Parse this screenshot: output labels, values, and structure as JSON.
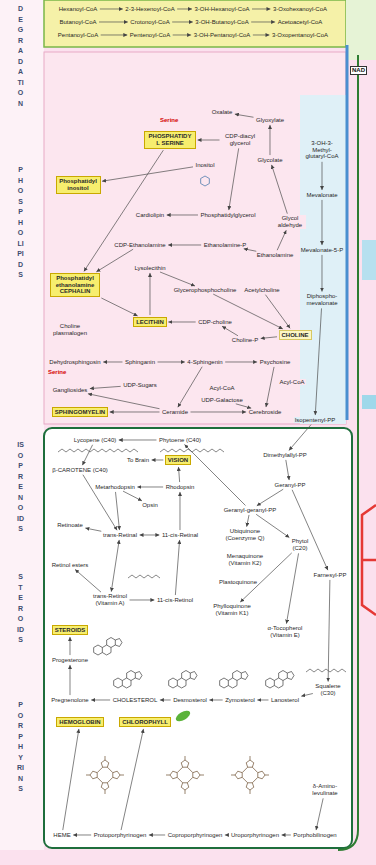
{
  "diagram": {
    "nodes": [
      {
        "text": [
          "Hexanoyl-CoA"
        ]
      },
      {
        "text": [
          "2-3-Hexenoyl-CoA"
        ]
      },
      {
        "text": [
          "3-OH-Hexanoyl-CoA"
        ]
      },
      {
        "text": [
          "3-Oxohexanoyl-CoA"
        ]
      },
      {
        "text": [
          "Butanoyl-CoA"
        ]
      },
      {
        "text": [
          "Crotonoyl-CoA"
        ]
      },
      {
        "text": [
          "3-OH-Butanoyl-CoA"
        ]
      },
      {
        "text": [
          "Acetoacetyl-CoA"
        ]
      },
      {
        "text": [
          "Pentanoyl-CoA"
        ]
      },
      {
        "text": [
          "Pentenoyl-CoA"
        ]
      },
      {
        "text": [
          "3-OH-Pentanoyl-CoA"
        ]
      },
      {
        "text": [
          "3-Oxopentanoyl-CoA"
        ]
      },
      {
        "text": [
          "PHOSPHATIDYL SERINE"
        ]
      },
      {
        "text": [
          "CDP-diacyl glycerol"
        ]
      },
      {
        "text": [
          "Inositol"
        ]
      },
      {
        "text": [
          "Phosphatidyl inositol"
        ]
      },
      {
        "text": [
          "Cardiolipin"
        ]
      },
      {
        "text": [
          "Phosphatidylglycerol"
        ]
      },
      {
        "text": [
          "Oxalate"
        ]
      },
      {
        "text": [
          "Glyoxylate"
        ]
      },
      {
        "text": [
          "Glycolate"
        ]
      },
      {
        "text": [
          "Glycol aldehyde"
        ]
      },
      {
        "text": [
          "Ethanolamine"
        ]
      },
      {
        "text": [
          "Ethanolamine-P"
        ]
      },
      {
        "text": [
          "CDP-Ethanolamine"
        ]
      },
      {
        "text": [
          "Phosphatidyl ethanolamine",
          "CEPHALIN"
        ]
      },
      {
        "text": [
          "Lysolecithin"
        ]
      },
      {
        "text": [
          "Glycerophosphocholine"
        ]
      },
      {
        "text": [
          "Acetylcholine"
        ]
      },
      {
        "text": [
          "LECITHIN"
        ]
      },
      {
        "text": [
          "CDP-choline"
        ]
      },
      {
        "text": [
          "Choline-P"
        ]
      },
      {
        "text": [
          "CHOLINE"
        ]
      },
      {
        "text": [
          "Choline plasmalogen"
        ]
      },
      {
        "text": [
          "Dehydrosphingosin"
        ]
      },
      {
        "text": [
          "Sphinganin"
        ]
      },
      {
        "text": [
          "4-Sphingenin"
        ]
      },
      {
        "text": [
          "Psychosine"
        ]
      },
      {
        "text": [
          "Gangliosides"
        ]
      },
      {
        "text": [
          "UDP-Sugars"
        ]
      },
      {
        "text": [
          "Acyl-CoA"
        ]
      },
      {
        "text": [
          "Acyl-CoA"
        ]
      },
      {
        "text": [
          "UDP-Galactose"
        ]
      },
      {
        "text": [
          "SPHINGOMYELIN"
        ]
      },
      {
        "text": [
          "Ceramide"
        ]
      },
      {
        "text": [
          "Cerebroside"
        ]
      },
      {
        "text": [
          "3-OH-3-Methyl-glutaryl-CoA"
        ]
      },
      {
        "text": [
          "Mevalonate"
        ]
      },
      {
        "text": [
          "Mevalonate-5-P"
        ]
      },
      {
        "text": [
          "Diphospho-mevalonate"
        ]
      },
      {
        "text": [
          "Isopentenyl-PP"
        ]
      },
      {
        "text": [
          "Lycopene (C40)"
        ]
      },
      {
        "text": [
          "Phytoene (C40)"
        ]
      },
      {
        "text": [
          "Dimethylallyl-PP"
        ]
      },
      {
        "text": [
          "β-CAROTENE (C40)"
        ]
      },
      {
        "text": [
          "To Brain"
        ]
      },
      {
        "text": [
          "VISION"
        ]
      },
      {
        "text": [
          "Geranyl-PP"
        ]
      },
      {
        "text": [
          "Metarhodopsin"
        ]
      },
      {
        "text": [
          "Rhodopsin"
        ]
      },
      {
        "text": [
          "Opsin"
        ]
      },
      {
        "text": [
          "Geranyl-geranyl-PP"
        ]
      },
      {
        "text": [
          "Retinoate"
        ]
      },
      {
        "text": [
          "trans-Retinal"
        ]
      },
      {
        "text": [
          "11-cis-Retinal"
        ]
      },
      {
        "text": [
          "Ubiquinone",
          "(Coenzyme Q)"
        ]
      },
      {
        "text": [
          "Menaquinone",
          "(Vitamin K2)"
        ]
      },
      {
        "text": [
          "Phytol",
          "(C20)"
        ]
      },
      {
        "text": [
          "Retinol esters"
        ]
      },
      {
        "text": [
          "Plastoquinone"
        ]
      },
      {
        "text": [
          "Farnesyl-PP"
        ]
      },
      {
        "text": [
          "trans-Retinol",
          "(Vitamin A)"
        ]
      },
      {
        "text": [
          "11-cis-Retinol"
        ]
      },
      {
        "text": [
          "Phylloquinone",
          "(Vitamin K1)"
        ]
      },
      {
        "text": [
          "α-Tocopherol",
          "(Vitamin E)"
        ]
      },
      {
        "text": [
          "STEROIDS"
        ]
      },
      {
        "text": [
          "Progesterone"
        ]
      },
      {
        "text": [
          "Pregnenolone"
        ]
      },
      {
        "text": [
          "CHOLESTEROL"
        ]
      },
      {
        "text": [
          "Desmosterol"
        ]
      },
      {
        "text": [
          "Zymosterol"
        ]
      },
      {
        "text": [
          "Lanosterol"
        ]
      },
      {
        "text": [
          "Squalene",
          "(C30)"
        ]
      },
      {
        "text": [
          "HEMOGLOBIN"
        ]
      },
      {
        "text": [
          "CHLOROPHYLL"
        ]
      },
      {
        "text": [
          "δ-Amino-levulinate"
        ]
      },
      {
        "text": [
          "HEME"
        ]
      },
      {
        "text": [
          "Protoporphyrinogen"
        ]
      },
      {
        "text": [
          "Coproporphyrinogen"
        ]
      },
      {
        "text": [
          "Uroporphyrinogen"
        ]
      },
      {
        "text": [
          "Porphobilinogen"
        ]
      }
    ],
    "edges": [
      {
        "from": 0,
        "to": 1,
        "arrow": "to"
      },
      {
        "from": 1,
        "to": 2,
        "arrow": "to"
      },
      {
        "from": 2,
        "to": 3,
        "arrow": "to"
      },
      {
        "from": 4,
        "to": 5,
        "arrow": "to"
      },
      {
        "from": 5,
        "to": 6,
        "arrow": "to"
      },
      {
        "from": 6,
        "to": 7,
        "arrow": "to"
      },
      {
        "from": 8,
        "to": 9,
        "arrow": "to"
      },
      {
        "from": 9,
        "to": 10,
        "arrow": "to"
      },
      {
        "from": 10,
        "to": 11,
        "arrow": "to"
      },
      {
        "from": 13,
        "to": 12,
        "arrow": "to"
      },
      {
        "from": 14,
        "to": 15,
        "arrow": "to"
      },
      {
        "from": 13,
        "to": 17,
        "arrow": "to"
      },
      {
        "from": 17,
        "to": 16,
        "arrow": "to"
      },
      {
        "from": 12,
        "to": 25,
        "arrow": "to"
      },
      {
        "from": 22,
        "to": 23,
        "arrow": "to"
      },
      {
        "from": 23,
        "to": 24,
        "arrow": "to"
      },
      {
        "from": 24,
        "to": 25,
        "arrow": "to"
      },
      {
        "from": 22,
        "to": 21,
        "arrow": "to"
      },
      {
        "from": 21,
        "to": 20,
        "arrow": "to"
      },
      {
        "from": 20,
        "to": 19,
        "arrow": "to"
      },
      {
        "from": 19,
        "to": 18,
        "arrow": "to"
      },
      {
        "from": 25,
        "to": 29,
        "arrow": "to"
      },
      {
        "from": 29,
        "to": 26,
        "arrow": "to"
      },
      {
        "from": 26,
        "to": 27,
        "arrow": "to"
      },
      {
        "from": 27,
        "to": 32,
        "arrow": "to"
      },
      {
        "from": 28,
        "to": 32,
        "arrow": "to"
      },
      {
        "from": 32,
        "to": 31,
        "arrow": "to"
      },
      {
        "from": 31,
        "to": 30,
        "arrow": "to"
      },
      {
        "from": 30,
        "to": 29,
        "arrow": "to"
      },
      {
        "from": 35,
        "to": 34,
        "arrow": "to"
      },
      {
        "from": 35,
        "to": 36,
        "arrow": "to"
      },
      {
        "from": 36,
        "to": 37,
        "arrow": "to"
      },
      {
        "from": 36,
        "to": 44,
        "arrow": "to"
      },
      {
        "from": 44,
        "to": 43,
        "arrow": "to"
      },
      {
        "from": 44,
        "to": 45,
        "arrow": "to"
      },
      {
        "from": 37,
        "to": 45,
        "arrow": "to"
      },
      {
        "from": 44,
        "to": 38,
        "arrow": "to"
      },
      {
        "from": 39,
        "to": 38,
        "arrow": "to"
      },
      {
        "from": 42,
        "to": 45,
        "arrow": "to"
      },
      {
        "from": 46,
        "to": 47,
        "arrow": "to"
      },
      {
        "from": 47,
        "to": 48,
        "arrow": "to"
      },
      {
        "from": 48,
        "to": 49,
        "arrow": "to"
      },
      {
        "from": 49,
        "to": 50,
        "arrow": "to"
      },
      {
        "from": 50,
        "to": 53,
        "arrow": "to"
      },
      {
        "from": 53,
        "to": 57,
        "arrow": "to"
      },
      {
        "from": 57,
        "to": 61,
        "arrow": "to"
      },
      {
        "from": 61,
        "to": 52,
        "arrow": "to"
      },
      {
        "from": 52,
        "to": 51,
        "arrow": "to"
      },
      {
        "from": 51,
        "to": 54,
        "arrow": "to"
      },
      {
        "from": 54,
        "to": 63,
        "arrow": "to"
      },
      {
        "from": 63,
        "to": 62,
        "arrow": "to"
      },
      {
        "from": 63,
        "to": 64,
        "arrow": "both"
      },
      {
        "from": 64,
        "to": 59,
        "arrow": "to"
      },
      {
        "from": 59,
        "to": 58,
        "arrow": "to"
      },
      {
        "from": 58,
        "to": 63,
        "arrow": "to"
      },
      {
        "from": 58,
        "to": 60,
        "arrow": "to"
      },
      {
        "from": 59,
        "to": 56,
        "arrow": "to"
      },
      {
        "from": 56,
        "to": 55,
        "arrow": "to"
      },
      {
        "from": 63,
        "to": 71,
        "arrow": "both"
      },
      {
        "from": 71,
        "to": 68,
        "arrow": "to"
      },
      {
        "from": 71,
        "to": 72,
        "arrow": "to"
      },
      {
        "from": 72,
        "to": 64,
        "arrow": "to"
      },
      {
        "from": 61,
        "to": 65,
        "arrow": "to"
      },
      {
        "from": 61,
        "to": 67,
        "arrow": "to"
      },
      {
        "from": 67,
        "to": 73,
        "arrow": "to"
      },
      {
        "from": 67,
        "to": 74,
        "arrow": "to"
      },
      {
        "from": 57,
        "to": 70,
        "arrow": "to"
      },
      {
        "from": 70,
        "to": 82,
        "arrow": "to"
      },
      {
        "from": 82,
        "to": 81,
        "arrow": "to"
      },
      {
        "from": 81,
        "to": 80,
        "arrow": "to"
      },
      {
        "from": 80,
        "to": 79,
        "arrow": "to"
      },
      {
        "from": 79,
        "to": 78,
        "arrow": "to"
      },
      {
        "from": 78,
        "to": 77,
        "arrow": "to"
      },
      {
        "from": 77,
        "to": 76,
        "arrow": "to"
      },
      {
        "from": 76,
        "to": 75,
        "arrow": "to"
      },
      {
        "from": 90,
        "to": 89,
        "arrow": "to"
      },
      {
        "from": 89,
        "to": 88,
        "arrow": "to"
      },
      {
        "from": 88,
        "to": 87,
        "arrow": "to"
      },
      {
        "from": 87,
        "to": 86,
        "arrow": "to"
      },
      {
        "from": 85,
        "to": 90,
        "arrow": "to"
      },
      {
        "from": 86,
        "to": 83,
        "arrow": "to"
      },
      {
        "from": 87,
        "to": 84,
        "arrow": "to"
      }
    ],
    "labels": [
      "DEGRADATION",
      "PHOSPHOLIPIDS",
      "ISOPRENOIDS",
      "STEROIDS",
      "PORPHYRINS",
      "Serine",
      "Serine",
      "NAD"
    ]
  }
}
